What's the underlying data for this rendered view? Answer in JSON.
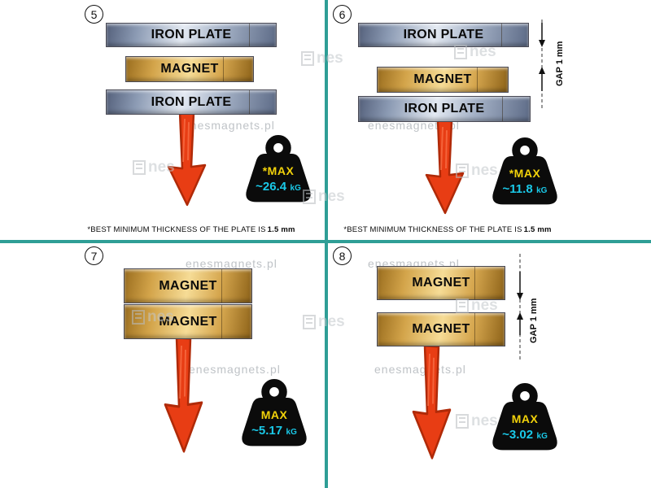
{
  "watermark": {
    "site": "enesmagnets.pl",
    "brand": "nes"
  },
  "colors": {
    "divider": "#2f9e96",
    "arrow": "#e83d14",
    "max_text": "#f2d20a",
    "value_text": "#1ac9e8",
    "iron_plate": "#a4b1c6",
    "magnet": "#d6a74f"
  },
  "panels": [
    {
      "number": "5",
      "stack": {
        "top": "IRON PLATE",
        "middle": "MAGNET",
        "bottom": "IRON PLATE"
      },
      "weight": {
        "label": "*MAX",
        "value": "~26.4",
        "unit": "kG"
      },
      "footnote": {
        "text": "*BEST MINIMUM THICKNESS OF THE PLATE IS",
        "bold": "1.5 mm"
      }
    },
    {
      "number": "6",
      "stack": {
        "top": "IRON PLATE",
        "middle": "MAGNET",
        "bottom": "IRON PLATE"
      },
      "gap_label": "GAP 1 mm",
      "weight": {
        "label": "*MAX",
        "value": "~11.8",
        "unit": "kG"
      },
      "footnote": {
        "text": "*BEST MINIMUM THICKNESS OF THE PLATE IS",
        "bold": "1.5 mm"
      }
    },
    {
      "number": "7",
      "stack": {
        "top": "MAGNET",
        "bottom": "MAGNET"
      },
      "weight": {
        "label": "MAX",
        "value": "~5.17",
        "unit": "kG"
      }
    },
    {
      "number": "8",
      "stack": {
        "top": "MAGNET",
        "bottom": "MAGNET"
      },
      "gap_label": "GAP 1 mm",
      "weight": {
        "label": "MAX",
        "value": "~3.02",
        "unit": "kG"
      }
    }
  ]
}
